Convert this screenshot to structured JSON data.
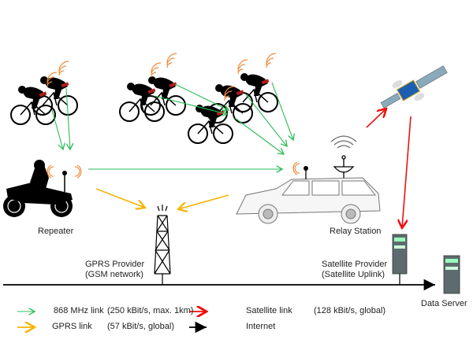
{
  "nodes": {
    "repeater": "Repeater",
    "relay_station": "Relay Station",
    "gprs_provider_line1": "GPRS Provider",
    "gprs_provider_line2": "(GSM network)",
    "satellite_provider_line1": "Satellite Provider",
    "satellite_provider_line2": "(Satellite Uplink)",
    "data_server": "Data Server"
  },
  "icons": [
    "cyclist-icon",
    "motorcycle-icon",
    "car-icon",
    "satellite-dish-icon",
    "cell-tower-icon",
    "satellite-icon",
    "server-icon",
    "wireless-signal-icon"
  ],
  "legend": [
    {
      "name": "868 MHz link",
      "detail": "(250 kBit/s, max. 1km)",
      "color": "#2ebd59"
    },
    {
      "name": "GPRS link",
      "detail": "(57 kBit/s, global)",
      "color": "#f5b400"
    },
    {
      "name": "Satellite link",
      "detail": "(128 kBit/s, global)",
      "color": "#ee1111"
    },
    {
      "name": "Internet",
      "detail": "",
      "color": "#000000"
    }
  ]
}
